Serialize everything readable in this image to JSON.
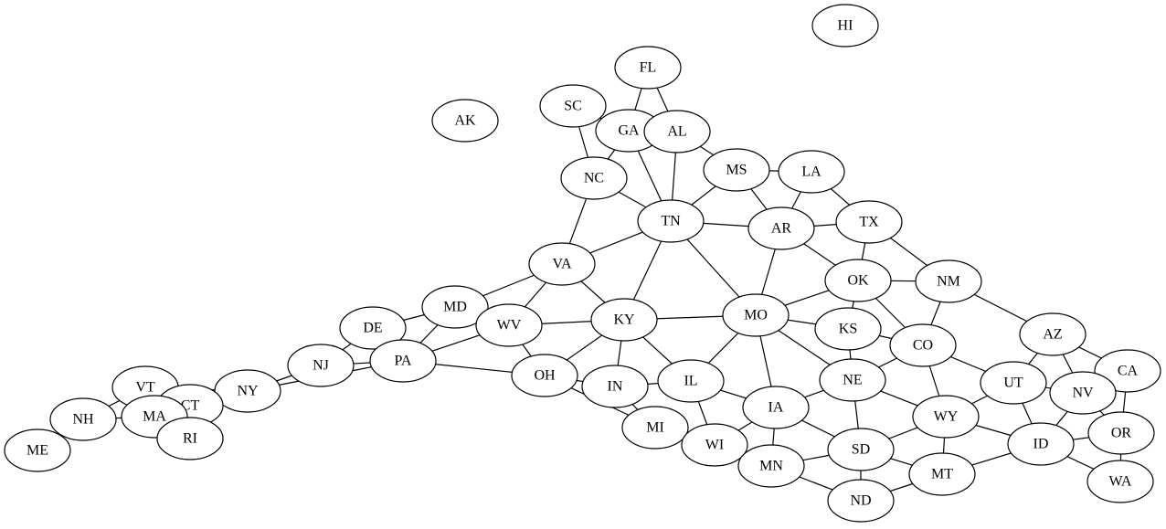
{
  "graph": {
    "nodes": [
      {
        "id": "HI",
        "label": "HI"
      },
      {
        "id": "FL",
        "label": "FL"
      },
      {
        "id": "SC",
        "label": "SC"
      },
      {
        "id": "AK",
        "label": "AK"
      },
      {
        "id": "GA",
        "label": "GA"
      },
      {
        "id": "AL",
        "label": "AL"
      },
      {
        "id": "MS",
        "label": "MS"
      },
      {
        "id": "LA",
        "label": "LA"
      },
      {
        "id": "NC",
        "label": "NC"
      },
      {
        "id": "TN",
        "label": "TN"
      },
      {
        "id": "AR",
        "label": "AR"
      },
      {
        "id": "TX",
        "label": "TX"
      },
      {
        "id": "VA",
        "label": "VA"
      },
      {
        "id": "OK",
        "label": "OK"
      },
      {
        "id": "NM",
        "label": "NM"
      },
      {
        "id": "MD",
        "label": "MD"
      },
      {
        "id": "KY",
        "label": "KY"
      },
      {
        "id": "MO",
        "label": "MO"
      },
      {
        "id": "DE",
        "label": "DE"
      },
      {
        "id": "WV",
        "label": "WV"
      },
      {
        "id": "KS",
        "label": "KS"
      },
      {
        "id": "AZ",
        "label": "AZ"
      },
      {
        "id": "NJ",
        "label": "NJ"
      },
      {
        "id": "PA",
        "label": "PA"
      },
      {
        "id": "CO",
        "label": "CO"
      },
      {
        "id": "CA",
        "label": "CA"
      },
      {
        "id": "OH",
        "label": "OH"
      },
      {
        "id": "IL",
        "label": "IL"
      },
      {
        "id": "NE",
        "label": "NE"
      },
      {
        "id": "UT",
        "label": "UT"
      },
      {
        "id": "VT",
        "label": "VT"
      },
      {
        "id": "NY",
        "label": "NY"
      },
      {
        "id": "IN",
        "label": "IN"
      },
      {
        "id": "NV",
        "label": "NV"
      },
      {
        "id": "CT",
        "label": "CT"
      },
      {
        "id": "IA",
        "label": "IA"
      },
      {
        "id": "NH",
        "label": "NH"
      },
      {
        "id": "MA",
        "label": "MA"
      },
      {
        "id": "WY",
        "label": "WY"
      },
      {
        "id": "MI",
        "label": "MI"
      },
      {
        "id": "OR",
        "label": "OR"
      },
      {
        "id": "RI",
        "label": "RI"
      },
      {
        "id": "WI",
        "label": "WI"
      },
      {
        "id": "ID",
        "label": "ID"
      },
      {
        "id": "SD",
        "label": "SD"
      },
      {
        "id": "ME",
        "label": "ME"
      },
      {
        "id": "MN",
        "label": "MN"
      },
      {
        "id": "MT",
        "label": "MT"
      },
      {
        "id": "WA",
        "label": "WA"
      },
      {
        "id": "ND",
        "label": "ND"
      }
    ],
    "edges": [
      [
        "FL",
        "GA"
      ],
      [
        "FL",
        "AL"
      ],
      [
        "SC",
        "GA"
      ],
      [
        "SC",
        "NC"
      ],
      [
        "GA",
        "AL"
      ],
      [
        "GA",
        "TN"
      ],
      [
        "GA",
        "NC"
      ],
      [
        "AL",
        "TN"
      ],
      [
        "AL",
        "MS"
      ],
      [
        "MS",
        "TN"
      ],
      [
        "MS",
        "AR"
      ],
      [
        "MS",
        "LA"
      ],
      [
        "LA",
        "AR"
      ],
      [
        "LA",
        "TX"
      ],
      [
        "NC",
        "TN"
      ],
      [
        "NC",
        "VA"
      ],
      [
        "TN",
        "VA"
      ],
      [
        "TN",
        "KY"
      ],
      [
        "TN",
        "MO"
      ],
      [
        "TN",
        "AR"
      ],
      [
        "AR",
        "TX"
      ],
      [
        "AR",
        "OK"
      ],
      [
        "AR",
        "MO"
      ],
      [
        "TX",
        "OK"
      ],
      [
        "TX",
        "NM"
      ],
      [
        "VA",
        "KY"
      ],
      [
        "VA",
        "WV"
      ],
      [
        "VA",
        "MD"
      ],
      [
        "OK",
        "NM"
      ],
      [
        "OK",
        "MO"
      ],
      [
        "OK",
        "KS"
      ],
      [
        "OK",
        "CO"
      ],
      [
        "NM",
        "CO"
      ],
      [
        "NM",
        "AZ"
      ],
      [
        "MD",
        "WV"
      ],
      [
        "MD",
        "PA"
      ],
      [
        "MD",
        "DE"
      ],
      [
        "KY",
        "WV"
      ],
      [
        "KY",
        "OH"
      ],
      [
        "KY",
        "IN"
      ],
      [
        "KY",
        "IL"
      ],
      [
        "KY",
        "MO"
      ],
      [
        "MO",
        "KS"
      ],
      [
        "MO",
        "NE"
      ],
      [
        "MO",
        "IA"
      ],
      [
        "MO",
        "IL"
      ],
      [
        "DE",
        "PA"
      ],
      [
        "DE",
        "NJ"
      ],
      [
        "WV",
        "PA"
      ],
      [
        "WV",
        "OH"
      ],
      [
        "KS",
        "NE"
      ],
      [
        "KS",
        "CO"
      ],
      [
        "AZ",
        "CA"
      ],
      [
        "AZ",
        "NV"
      ],
      [
        "AZ",
        "UT"
      ],
      [
        "NJ",
        "PA"
      ],
      [
        "NJ",
        "NY"
      ],
      [
        "PA",
        "NY"
      ],
      [
        "PA",
        "OH"
      ],
      [
        "CO",
        "NE"
      ],
      [
        "CO",
        "WY"
      ],
      [
        "CO",
        "UT"
      ],
      [
        "CA",
        "NV"
      ],
      [
        "CA",
        "OR"
      ],
      [
        "OH",
        "IN"
      ],
      [
        "OH",
        "MI"
      ],
      [
        "IL",
        "IN"
      ],
      [
        "IL",
        "IA"
      ],
      [
        "IL",
        "WI"
      ],
      [
        "NE",
        "IA"
      ],
      [
        "NE",
        "SD"
      ],
      [
        "NE",
        "WY"
      ],
      [
        "UT",
        "NV"
      ],
      [
        "UT",
        "WY"
      ],
      [
        "UT",
        "ID"
      ],
      [
        "VT",
        "NY"
      ],
      [
        "VT",
        "MA"
      ],
      [
        "VT",
        "NH"
      ],
      [
        "NY",
        "MA"
      ],
      [
        "NY",
        "CT"
      ],
      [
        "IN",
        "MI"
      ],
      [
        "NV",
        "OR"
      ],
      [
        "NV",
        "ID"
      ],
      [
        "CT",
        "MA"
      ],
      [
        "CT",
        "RI"
      ],
      [
        "IA",
        "WI"
      ],
      [
        "IA",
        "MN"
      ],
      [
        "IA",
        "SD"
      ],
      [
        "NH",
        "MA"
      ],
      [
        "NH",
        "ME"
      ],
      [
        "MA",
        "RI"
      ],
      [
        "WY",
        "SD"
      ],
      [
        "WY",
        "MT"
      ],
      [
        "WY",
        "ID"
      ],
      [
        "MI",
        "WI"
      ],
      [
        "OR",
        "ID"
      ],
      [
        "OR",
        "WA"
      ],
      [
        "WI",
        "MN"
      ],
      [
        "ID",
        "MT"
      ],
      [
        "ID",
        "WA"
      ],
      [
        "SD",
        "MN"
      ],
      [
        "SD",
        "MT"
      ],
      [
        "SD",
        "ND"
      ],
      [
        "MN",
        "ND"
      ],
      [
        "MT",
        "ND"
      ]
    ]
  }
}
